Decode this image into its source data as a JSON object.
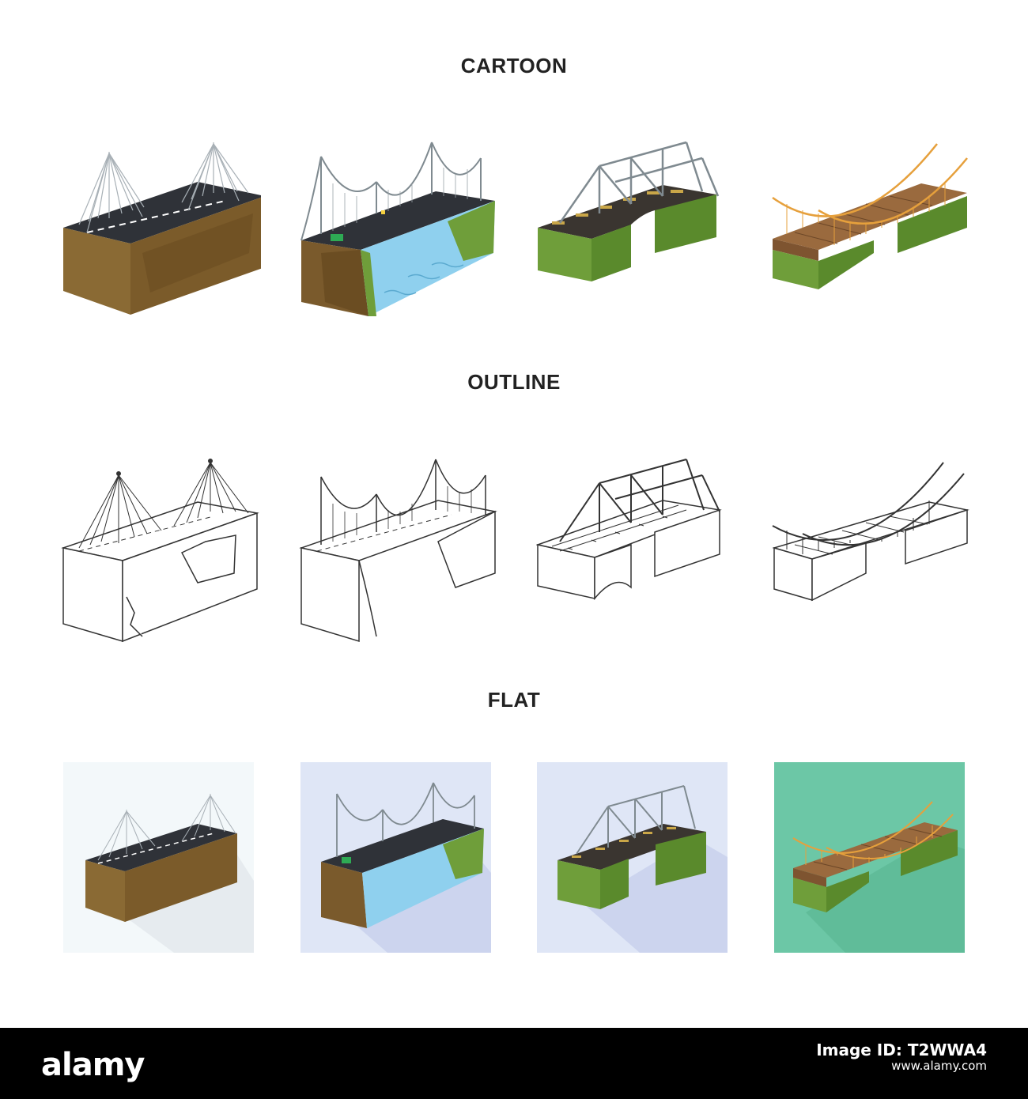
{
  "sections": {
    "cartoon": "CARTOON",
    "outline": "OUTLINE",
    "flat": "FLAT"
  },
  "icons": {
    "cartoon": [
      "cable-stayed-bridge-icon",
      "suspension-bridge-over-river-icon",
      "truss-railway-bridge-icon",
      "rope-bridge-icon"
    ],
    "outline": [
      "cable-stayed-bridge-icon",
      "suspension-bridge-icon",
      "truss-railway-bridge-icon",
      "rope-bridge-icon"
    ],
    "flat": [
      "cable-stayed-bridge-icon",
      "suspension-bridge-over-river-icon",
      "truss-railway-bridge-icon",
      "rope-bridge-icon"
    ]
  },
  "tile_colors": [
    "#f3f8fa",
    "#dfe6f6",
    "#dfe6f6",
    "#6cc7a6"
  ],
  "colors": {
    "ground_brown": "#8a6a34",
    "grass_green": "#6f9e3a",
    "water_blue": "#8fd0ee",
    "road_dark": "#2f3238",
    "cable_grey": "#9aa2a8",
    "rope_orange": "#e6a03c",
    "plank_brown": "#9a6a3e"
  },
  "footer": {
    "logo": "alamy",
    "image_id_label": "Image ID: T2WWA4",
    "url": "www.alamy.com"
  }
}
